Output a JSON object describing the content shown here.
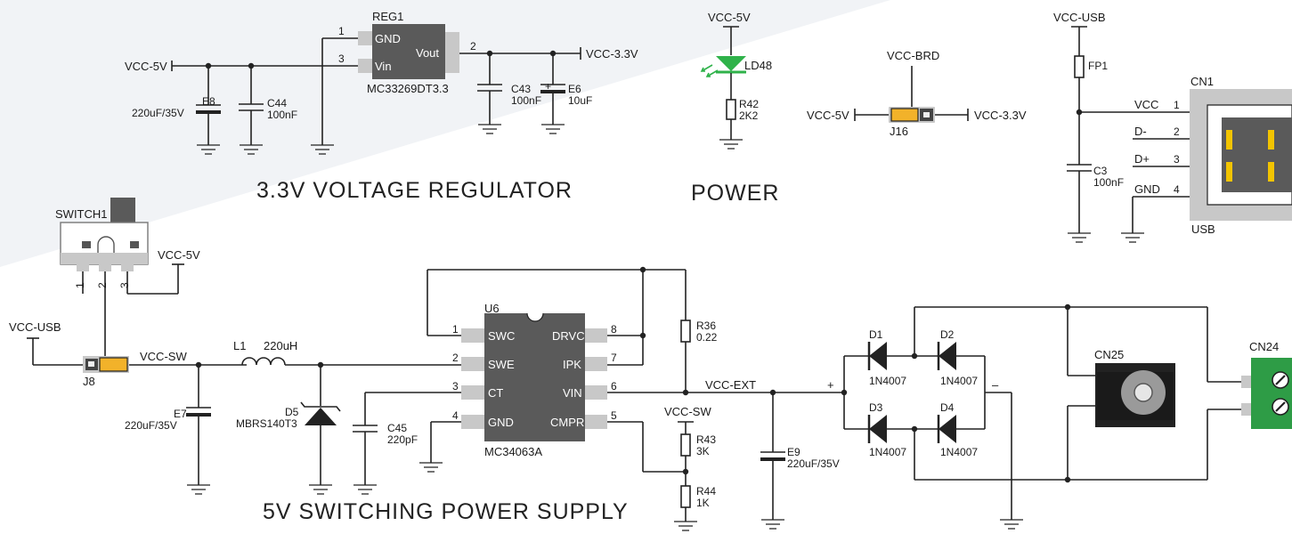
{
  "colors": {
    "wire": "#222222",
    "chip": "#5a5a5a",
    "led": "#2fb24a",
    "jumper": "#f2b22a",
    "terminal": "#2e9c46",
    "background_band": "#f1f3f6"
  },
  "sections": {
    "regulator_title": "3.3V VOLTAGE REGULATOR",
    "power_title": "POWER",
    "switching_title": "5V SWITCHING POWER SUPPLY"
  },
  "regulator": {
    "ref": "REG1",
    "part": "MC33269DT3.3",
    "pins": [
      "GND",
      "Vin",
      "Vout"
    ],
    "pin_numbers": [
      "1",
      "3",
      "2"
    ],
    "in_net": "VCC-5V",
    "out_net": "VCC-3.3V",
    "e8_ref": "E8",
    "e8_val": "220uF/35V",
    "c44_ref": "C44",
    "c44_val": "100nF",
    "c43_ref": "C43",
    "c43_val": "100nF",
    "e6_ref": "E6",
    "e6_val": "10uF"
  },
  "power_led": {
    "net": "VCC-5V",
    "led_ref": "LD48",
    "r_ref": "R42",
    "r_val": "2K2"
  },
  "jumper_brd": {
    "net_top": "VCC-BRD",
    "net_left": "VCC-5V",
    "net_right": "VCC-3.3V",
    "ref": "J16"
  },
  "usb": {
    "net": "VCC-USB",
    "fuse_ref": "FP1",
    "cap_ref": "C3",
    "cap_val": "100nF",
    "conn_ref": "CN1",
    "conn_label": "USB",
    "signals": [
      "VCC",
      "D-",
      "D+",
      "GND"
    ],
    "pins": [
      "1",
      "2",
      "3",
      "4"
    ]
  },
  "switcher": {
    "switch_ref": "SWITCH1",
    "switch_pins": [
      "1",
      "2",
      "3"
    ],
    "switch_net": "VCC-5V",
    "usb_net": "VCC-USB",
    "j8_ref": "J8",
    "vcc_sw": "VCC-SW",
    "l1_ref": "L1",
    "l1_val": "220uH",
    "e7_ref": "E7",
    "e7_val": "220uF/35V",
    "d5_ref": "D5",
    "d5_val": "MBRS140T3",
    "c45_ref": "C45",
    "c45_val": "220pF",
    "ic_ref": "U6",
    "ic_part": "MC34063A",
    "ic_left_pins": [
      "SWC",
      "SWE",
      "CT",
      "GND"
    ],
    "ic_left_nums": [
      "1",
      "2",
      "3",
      "4"
    ],
    "ic_right_pins": [
      "DRVC",
      "IPK",
      "VIN",
      "CMPR"
    ],
    "ic_right_nums": [
      "8",
      "7",
      "6",
      "5"
    ],
    "r36_ref": "R36",
    "r36_val": "0.22",
    "vcc_ext": "VCC-EXT",
    "r43_net": "VCC-SW",
    "r43_ref": "R43",
    "r43_val": "3K",
    "r44_ref": "R44",
    "r44_val": "1K",
    "e9_ref": "E9",
    "e9_val": "220uF/35V"
  },
  "bridge": {
    "plus": "+",
    "minus": "–",
    "diodes": [
      {
        "ref": "D1",
        "val": "1N4007"
      },
      {
        "ref": "D2",
        "val": "1N4007"
      },
      {
        "ref": "D3",
        "val": "1N4007"
      },
      {
        "ref": "D4",
        "val": "1N4007"
      }
    ],
    "cn25_ref": "CN25",
    "cn24_ref": "CN24"
  }
}
